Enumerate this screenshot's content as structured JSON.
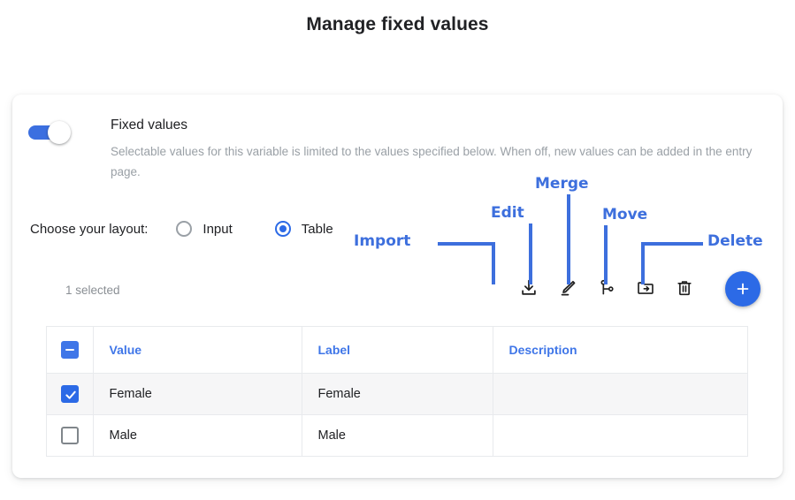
{
  "page": {
    "title": "Manage fixed values"
  },
  "fixed_values": {
    "toggle_name": "fixed-values-toggle",
    "toggle_on": true,
    "title": "Fixed values",
    "description": "Selectable values for this variable is limited to the values specified below. When off, new values can be added in the entry page."
  },
  "layout": {
    "label": "Choose your layout:",
    "options": [
      {
        "label": "Input",
        "selected": false
      },
      {
        "label": "Table",
        "selected": true
      }
    ]
  },
  "toolbar": {
    "selected_text": "1 selected",
    "actions": [
      {
        "name": "import",
        "label": "Import",
        "icon": "download-icon"
      },
      {
        "name": "edit",
        "label": "Edit",
        "icon": "pencil-icon"
      },
      {
        "name": "merge",
        "label": "Merge",
        "icon": "merge-icon"
      },
      {
        "name": "move",
        "label": "Move",
        "icon": "folder-move-icon"
      },
      {
        "name": "delete",
        "label": "Delete",
        "icon": "trash-icon"
      }
    ],
    "add_button": "add-icon"
  },
  "table": {
    "header_checkbox_state": "indeterminate",
    "columns": [
      "Value",
      "Label",
      "Description"
    ],
    "rows": [
      {
        "checked": true,
        "value": "Female",
        "label": "Female",
        "description": ""
      },
      {
        "checked": false,
        "value": "Male",
        "label": "Male",
        "description": ""
      }
    ]
  },
  "annotations": {
    "import": "Import",
    "edit": "Edit",
    "merge": "Merge",
    "move": "Move",
    "delete": "Delete"
  },
  "colors": {
    "accent": "#2c6ae6",
    "annotation": "#3d6fdd",
    "header_text": "#3f76e8",
    "muted": "#9aa0a6"
  }
}
